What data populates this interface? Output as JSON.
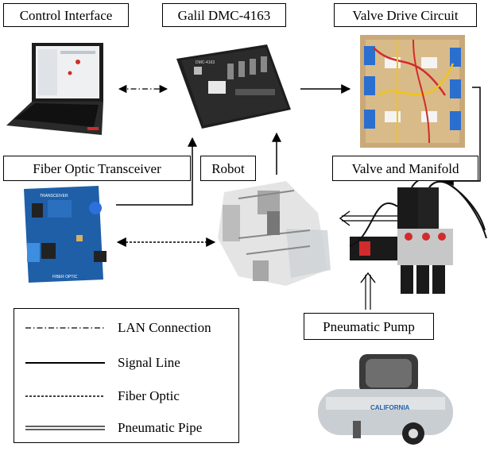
{
  "labels": {
    "control_interface": "Control Interface",
    "galil": "Galil DMC-4163",
    "valve_drive": "Valve Drive Circuit",
    "fiber_transceiver": "Fiber Optic Transceiver",
    "robot": "Robot",
    "valve_manifold": "Valve and Manifold",
    "pneumatic_pump": "Pneumatic Pump"
  },
  "legend": {
    "lan": "LAN Connection",
    "signal": "Signal Line",
    "fiber": "Fiber Optic",
    "pipe": "Pneumatic Pipe"
  },
  "board_text": {
    "transceiver_header": "TRANSCEIVER",
    "transceiver_footer": "FIBER OPTIC",
    "controller_model": "DMC-4163",
    "compressor_brand": "CALIFORNIA"
  },
  "colors": {
    "laptop": "#1c1c1c",
    "pcb_blue": "#1f5fa8",
    "relay_blue": "#2a6fd0",
    "wire_red": "#d22b2b",
    "wire_yellow": "#f0c419",
    "valve_black": "#1a1a1a",
    "tank_silver": "#c9ced3",
    "robot_gray": "#d6d6d6"
  },
  "icons": [
    "laptop-icon",
    "controller-icon",
    "circuit-board-icon",
    "transceiver-board-icon",
    "robot-icon",
    "valve-manifold-icon",
    "air-compressor-icon"
  ]
}
